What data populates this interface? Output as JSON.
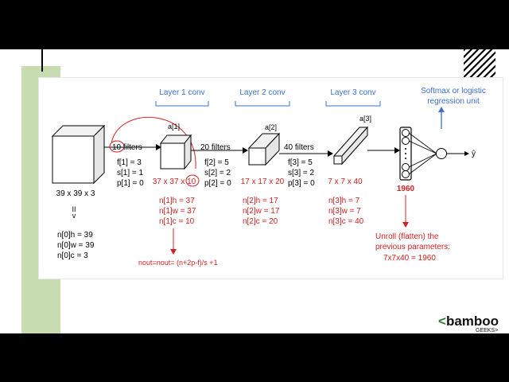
{
  "diagram": {
    "layer_titles": [
      "Layer 1 conv",
      "Layer 2 conv",
      "Layer 3 conv"
    ],
    "softmax_label": [
      "Softmax or logistic",
      "regression unit"
    ],
    "input": {
      "dims": "39 x 39 x 3",
      "equiv": "II",
      "equiv_arrow": "v",
      "n_h": "n[0]h = 39",
      "n_w": "n[0]w = 39",
      "n_c": "n[0]c = 3"
    },
    "volumes": [
      {
        "superscript": "a[1]",
        "dims": "37 x 37 x 10",
        "n_h": "n[1]h = 37",
        "n_w": "n[1]w = 37",
        "n_c": "n[1]c = 10"
      },
      {
        "superscript": "a[2]",
        "dims": "17 x 17 x 20",
        "n_h": "n[2]h = 17",
        "n_w": "n[2]w = 17",
        "n_c": "n[2]c = 20"
      },
      {
        "superscript": "a[3]",
        "dims": "7 x 7 x 40",
        "n_h": "n[3]h = 7",
        "n_w": "n[3]w = 7",
        "n_c": "n[3]c = 40"
      }
    ],
    "filters": [
      {
        "label": "10 filters",
        "f": "f[1] = 3",
        "s": "s[1] = 1",
        "p": "p[1] = 0"
      },
      {
        "label": "20 filters",
        "f": "f[2] = 5",
        "s": "s[2] = 2",
        "p": "p[2] = 0"
      },
      {
        "label": "40 filters",
        "f": "f[3] = 5",
        "s": "s[3] = 2",
        "p": "p[3] = 0"
      }
    ],
    "flatten_count": "1960",
    "output_label": "ŷ",
    "formula": "nout=nout= (n+2p-f)/s +1",
    "unroll_note": [
      "Unroll (flatten) the",
      "previous parameters:",
      "7x7x40 = 1960"
    ]
  },
  "logo": {
    "text": "bamboo",
    "bracket_left": "<",
    "sub": "GEEKS>"
  },
  "colors": {
    "blue": "#3b6fc9",
    "red": "#d42020",
    "green_strip": "#c8dcb2"
  }
}
